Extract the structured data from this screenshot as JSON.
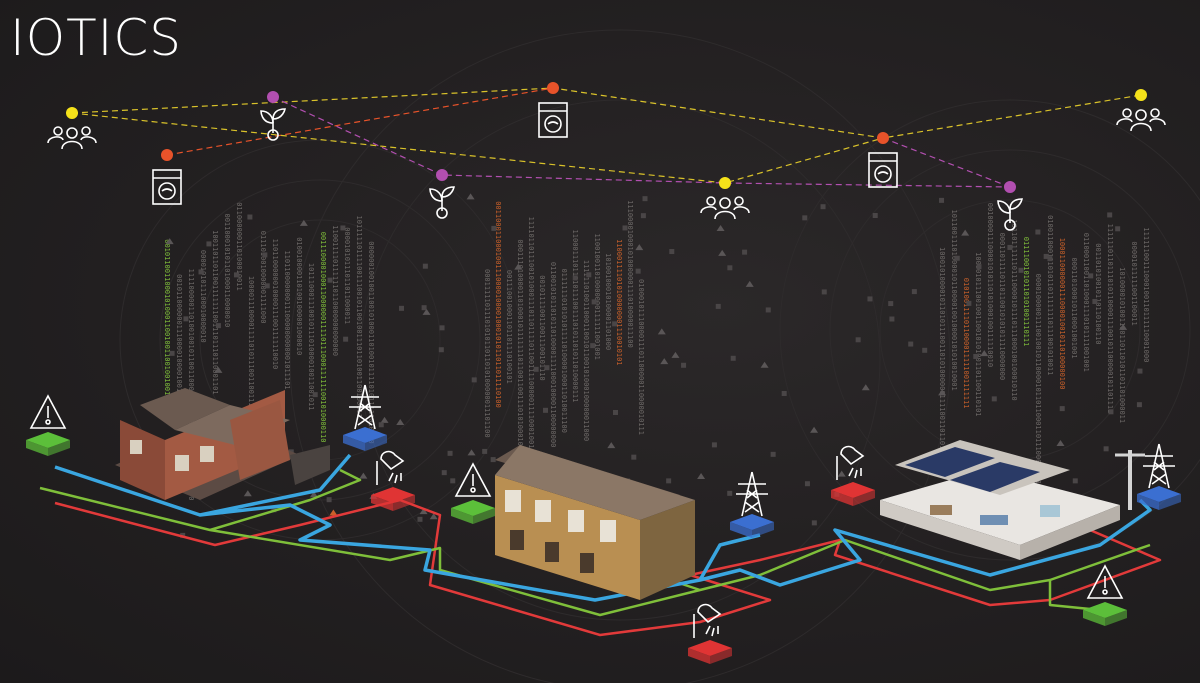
{
  "brand": {
    "logo_text": "IOTICS"
  },
  "colors": {
    "background": "#1f1d1e",
    "path_blue": "#3aa6e0",
    "path_green": "#7fbf3a",
    "path_red": "#e23a3a",
    "node_yellow": "#f5e21a",
    "node_orange": "#e8532a",
    "node_purple": "#b24fb0",
    "sensor_green": "#5cbf3a",
    "sensor_blue": "#3b6fd1",
    "sensor_red": "#e03434"
  },
  "twin_nodes": [
    {
      "kind": "people",
      "dot": "yellow"
    },
    {
      "kind": "washing-machine",
      "dot": "orange"
    },
    {
      "kind": "plant",
      "dot": "purple"
    },
    {
      "kind": "plant",
      "dot": "purple"
    },
    {
      "kind": "washing-machine",
      "dot": "orange"
    },
    {
      "kind": "people",
      "dot": "yellow"
    },
    {
      "kind": "washing-machine",
      "dot": "orange"
    },
    {
      "kind": "plant",
      "dot": "purple"
    },
    {
      "kind": "people",
      "dot": "yellow"
    }
  ],
  "buildings": [
    {
      "kind": "detached-brick-house"
    },
    {
      "kind": "terraced-houses"
    },
    {
      "kind": "modern-solar-house"
    }
  ],
  "device_icons": [
    "warning-thermometer-icon",
    "pylon-icon",
    "shower-icon"
  ]
}
